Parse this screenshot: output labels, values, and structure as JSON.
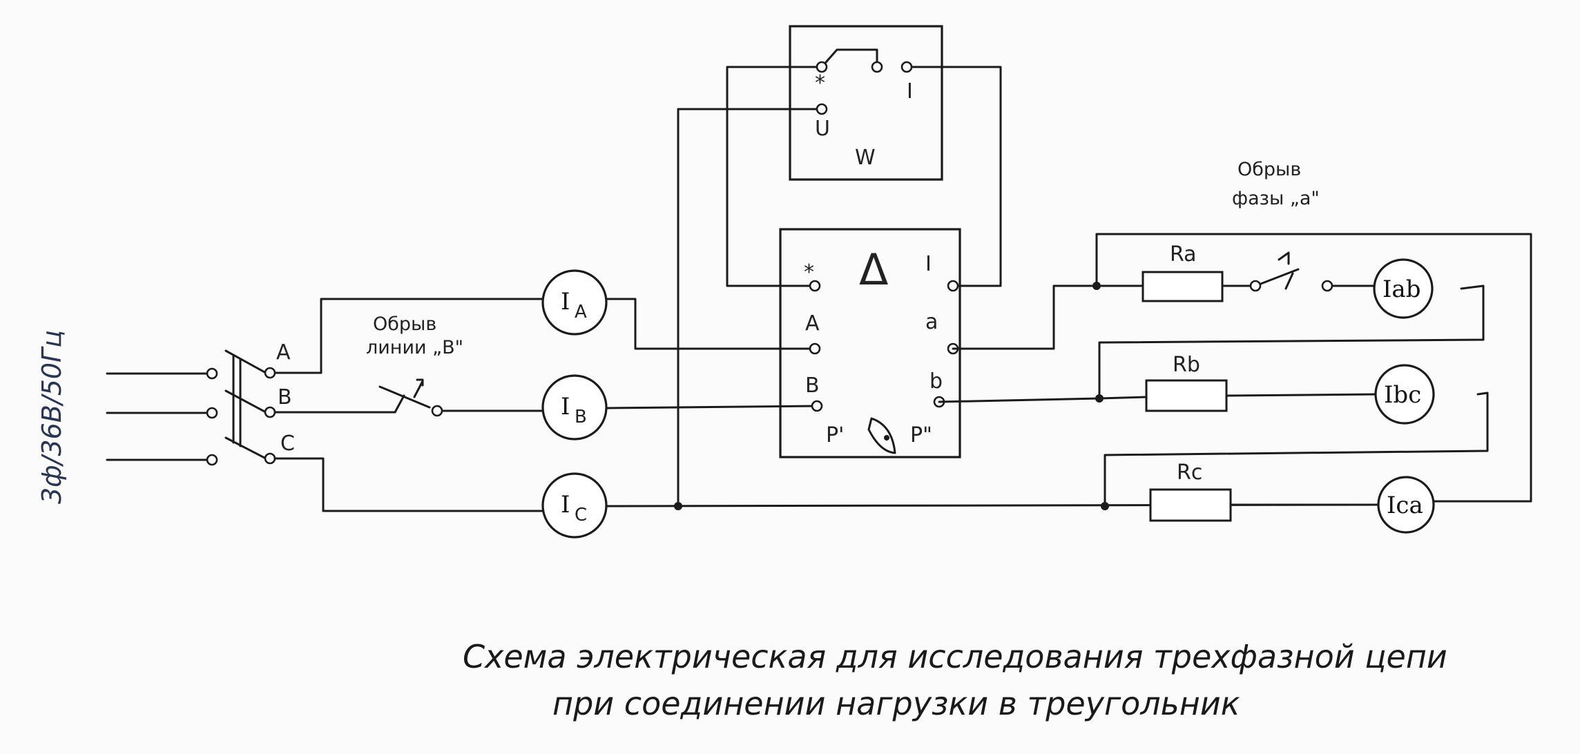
{
  "supply": "3ф/36В/50Гц",
  "switch_labels": [
    "A",
    "B",
    "C"
  ],
  "break_line_b": [
    "Обрыв",
    "линии „В\""
  ],
  "break_phase_a": [
    "Обрыв",
    "фазы „а\""
  ],
  "line_meters": [
    {
      "main": "I",
      "sub": "A"
    },
    {
      "main": "I",
      "sub": "B"
    },
    {
      "main": "I",
      "sub": "C"
    }
  ],
  "phase_meters": [
    "Iab",
    "Ibc",
    "Ica"
  ],
  "resistors": [
    "Ra",
    "Rb",
    "Rc"
  ],
  "wattmeter": {
    "name": "W",
    "star_terminal": "*",
    "current_terminal": "I",
    "voltage_terminal": "U"
  },
  "panel": {
    "symbol": "Δ",
    "left_terminals": [
      "*",
      "A",
      "B"
    ],
    "right_terminals": [
      "I",
      "a",
      "b"
    ],
    "bottom_left": "P'",
    "bottom_right": "P\""
  },
  "caption": [
    "Схема электрическая для исследования трехфазной цепи",
    "при соединении нагрузки в треугольник"
  ]
}
